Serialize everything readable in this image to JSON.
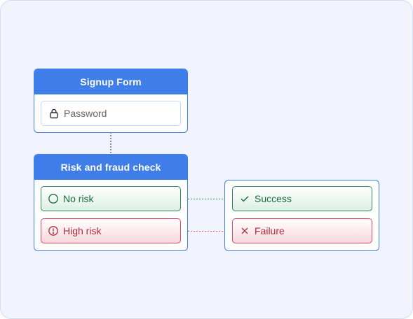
{
  "signup_form": {
    "title": "Signup Form",
    "password_placeholder": "Password",
    "icon": "lock-icon"
  },
  "risk_check": {
    "title": "Risk and fraud check",
    "no_risk_label": "No risk",
    "no_risk_icon": "circle-icon",
    "high_risk_label": "High risk",
    "high_risk_icon": "alert-circle-icon"
  },
  "outcomes": {
    "success_label": "Success",
    "success_icon": "check-icon",
    "failure_label": "Failure",
    "failure_icon": "x-icon"
  },
  "colors": {
    "accent": "#3f7ee8",
    "canvas_background": "#f1f4fd",
    "success_border": "#2f8a57",
    "success_text": "#1d6b3e",
    "failure_border": "#e0485c",
    "failure_text": "#b22a3c"
  }
}
